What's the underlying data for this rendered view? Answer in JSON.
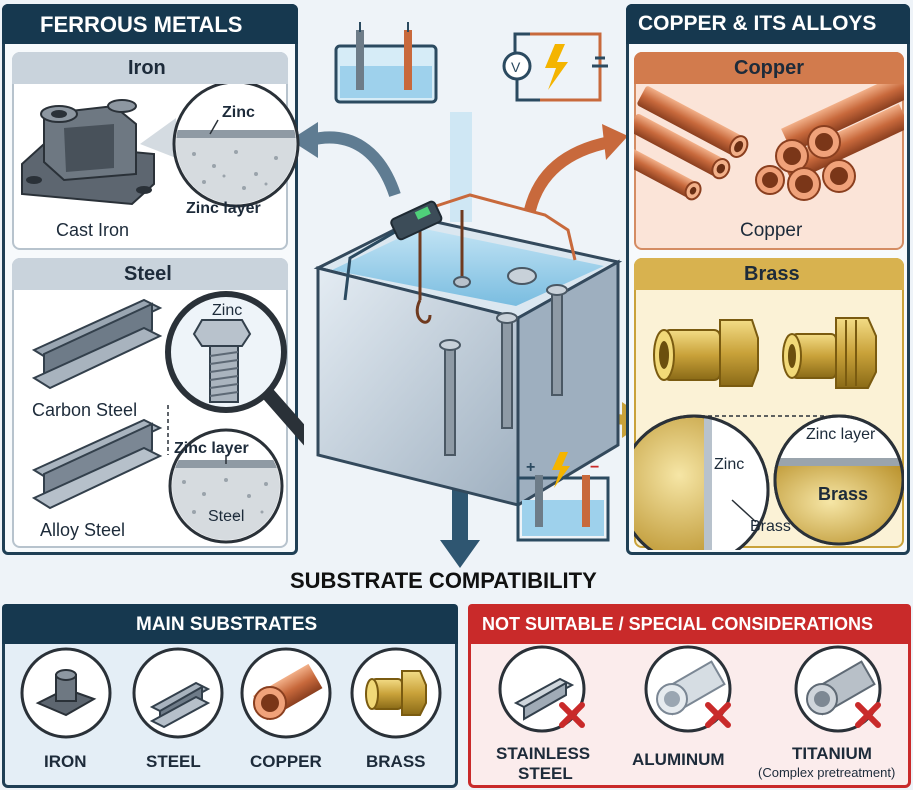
{
  "ferrous": {
    "header": "FERROUS METALS",
    "iron": {
      "title": "Iron",
      "zinc_label": "Zinc",
      "zinc_layer_label": "Zinc layer",
      "item": "Cast Iron"
    },
    "steel": {
      "title": "Steel",
      "zinc_label": "Zinc",
      "zinc_layer_label": "Zinc layer",
      "steel_label": "Steel",
      "item1": "Carbon Steel",
      "item2": "Alloy Steel"
    }
  },
  "copper_alloys": {
    "header": "COPPER & ITS ALLOYS",
    "copper": {
      "title": "Copper",
      "item": "Copper"
    },
    "brass": {
      "title": "Brass",
      "zinc_label": "Zinc",
      "brass_label": "Brass",
      "zinc_layer_label": "Zinc layer",
      "brass_inner_label": "Brass"
    }
  },
  "compatibility_title": "SUBSTRATE COMPATIBILITY",
  "main_substrates": {
    "header": "MAIN SUBSTRATES",
    "items": [
      "IRON",
      "STEEL",
      "COPPER",
      "BRASS"
    ]
  },
  "not_suitable": {
    "header": "NOT SUITABLE / SPECIAL CONSIDERATIONS",
    "items": [
      {
        "label_line1": "STAINLESS",
        "label_line2": "STEEL"
      },
      {
        "label_line1": "ALUMINUM"
      },
      {
        "label_line1": "TITANIUM",
        "note": "(Complex pretreatment)"
      }
    ]
  },
  "colors": {
    "navy": "#16384f",
    "panel_border": "#1f3f55",
    "copper": "#c8693c",
    "brass": "#c9a23a",
    "red": "#c92a2a",
    "light_blue": "#dfeaf4",
    "zinc_gray": "#cfd6dc"
  },
  "icons": [
    "cast-iron-icon",
    "i-beam-icon",
    "copper-pipe-icon",
    "brass-fitting-icon",
    "magnifier-icon",
    "plating-tank-icon",
    "cross-icon"
  ]
}
